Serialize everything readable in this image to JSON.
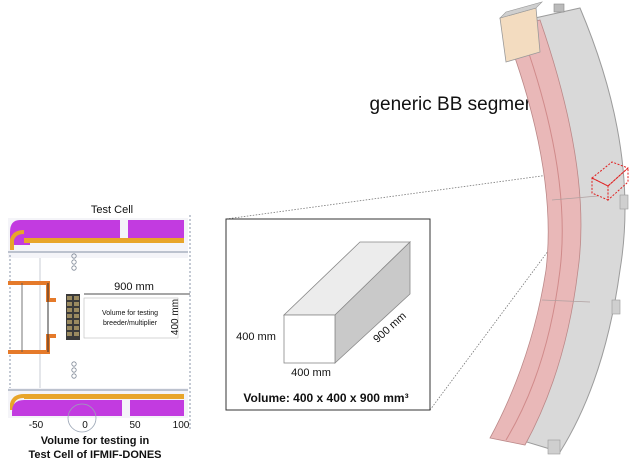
{
  "test_cell": {
    "title": "Test Cell",
    "length_label": "900 mm",
    "height_label": "400 mm",
    "volume_note_line1": "Volume for testing",
    "volume_note_line2": "breeder/multiplier",
    "x_ticks": [
      "-50",
      "0",
      "50",
      "100"
    ],
    "caption_line1": "Volume for testing in",
    "caption_line2": "Test Cell of IFMIF-DONES"
  },
  "box_panel": {
    "label_left": "400 mm",
    "label_bottom": "400 mm",
    "label_diagonal": "900 mm",
    "volume_text": "Volume: 400 x 400 x 900 mm³"
  },
  "bb_segment": {
    "title": "generic BB segment"
  },
  "colors": {
    "purple": "#c23be0",
    "orange": "#e8a52a",
    "segment_grey": "#d6d6d6",
    "segment_pink": "#e8b4b4",
    "highlight_red": "#e02020"
  }
}
